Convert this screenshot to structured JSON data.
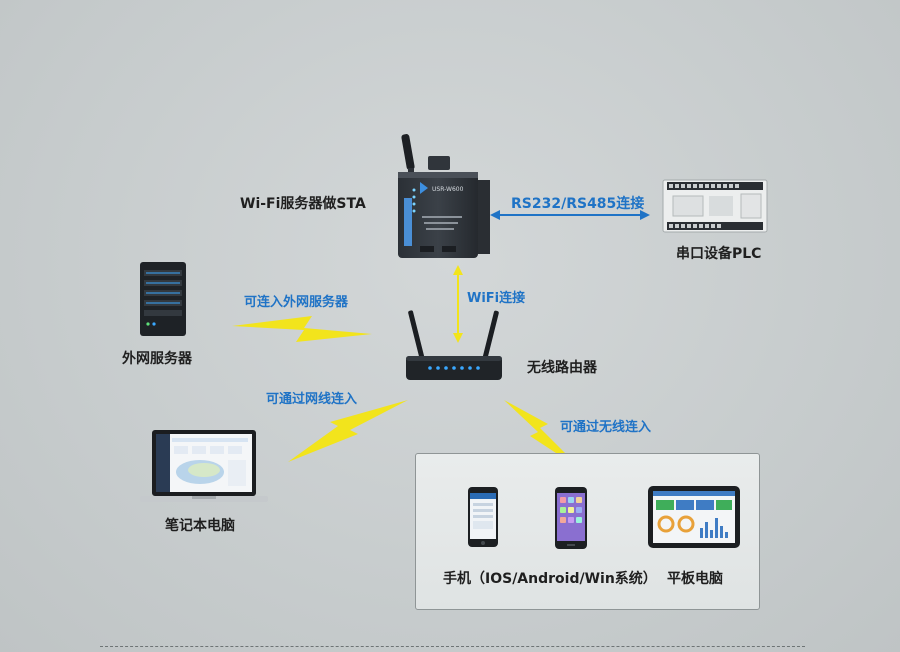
{
  "nodes": {
    "wifi_server": {
      "label": "Wi-Fi服务器做STA",
      "brand_text": "USR-W600"
    },
    "plc": {
      "label": "串口设备PLC"
    },
    "external_server": {
      "label": "外网服务器"
    },
    "router": {
      "label": "无线路由器"
    },
    "laptop": {
      "label": "笔记本电脑"
    },
    "phone": {
      "label": "手机（IOS/Android/Win系统）"
    },
    "tablet": {
      "label": "平板电脑"
    }
  },
  "links": {
    "serial": {
      "label": "RS232/RS485连接"
    },
    "wifi": {
      "label": "WiFi连接"
    },
    "external": {
      "label": "可连入外网服务器"
    },
    "wired": {
      "label": "可通过网线连入"
    },
    "wireless": {
      "label": "可通过无线连入"
    }
  },
  "colors": {
    "link_blue": "#1f73c6",
    "lightning_yellow": "#f2e41c",
    "led_blue": "#3aa8ff",
    "background": "#c9cecf"
  }
}
